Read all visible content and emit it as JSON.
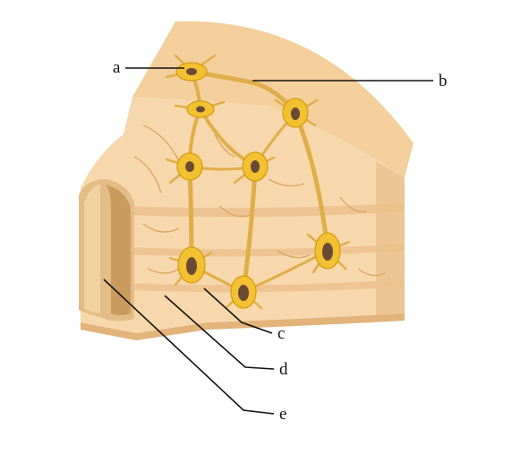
{
  "labels": {
    "a": "a",
    "b": "b",
    "c": "c",
    "d": "d",
    "e": "e"
  },
  "colors": {
    "background": "#ffffff",
    "tissue_top": "#f3cf9c",
    "tissue_side": "#f6d8ac",
    "tissue_shadow": "#e2b47a",
    "canal": "#e2bb85",
    "canal_inner": "#c89a5a",
    "cell_body": "#f2c030",
    "cell_outline": "#d69a10",
    "process": "#e6b450",
    "nucleus": "#6b4a34",
    "label_line": "#111111"
  }
}
